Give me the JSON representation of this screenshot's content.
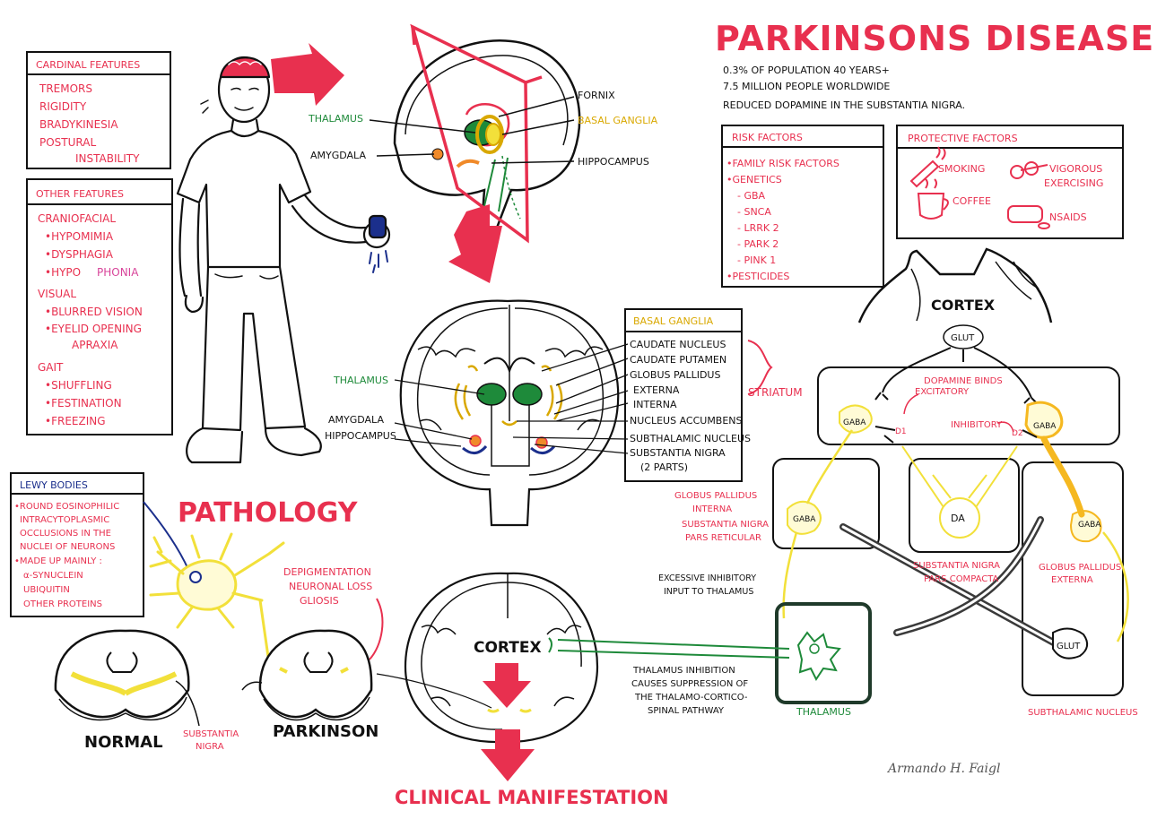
{
  "title": "PARKINSONS DISEASE",
  "intro_bullets": [
    "0.3% OF POPULATION 40 YEARS+",
    "7.5 MILLION PEOPLE WORLDWIDE",
    "REDUCED DOPAMINE IN THE SUBSTANTIA NIGRA."
  ],
  "cardinal": {
    "title": "CARDINAL FEATURES",
    "items": [
      "TREMORS",
      "RIGIDITY",
      "BRADYKINESIA",
      "POSTURAL",
      "INSTABILITY"
    ]
  },
  "other": {
    "title": "OTHER FEATURES",
    "craniofacial": "CRANIOFACIAL",
    "hypomimia": "•HYPOMIMIA",
    "dysphagia": "•DYSPHAGIA",
    "hypo": "•HYPO",
    "phonia": "PHONIA",
    "visual": "VISUAL",
    "blurred": "•BLURRED VISION",
    "eyelid": "•EYELID OPENING",
    "apraxia": "APRAXIA",
    "gait": "GAIT",
    "shuffling": "•SHUFFLING",
    "festination": "•FESTINATION",
    "freezing": "•FREEZING"
  },
  "risk": {
    "title": "RISK FACTORS",
    "items": [
      "•FAMILY RISK FACTORS",
      "•GENETICS",
      "- GBA",
      "- SNCA",
      "- LRRK 2",
      "- PARK 2",
      "- PINK 1",
      "•PESTICIDES"
    ]
  },
  "protective": {
    "title": "PROTECTIVE FACTORS",
    "smoking": "SMOKING",
    "coffee": "COFFEE",
    "exercise_1": "VIGOROUS",
    "exercise_2": "EXERCISING",
    "nsaids": "NSAIDS"
  },
  "sagittal": {
    "fornix": "FORNIX",
    "thalamus": "THALAMUS",
    "basal_ganglia": "BASAL GANGLIA",
    "amygdala": "AMYGDALA",
    "hippocampus": "HIPPOCAMPUS"
  },
  "coronal": {
    "thalamus": "THALAMUS",
    "amygdala": "AMYGDALA",
    "hippocampus": "HIPPOCAMPUS"
  },
  "bg_box": {
    "title": "BASAL GANGLIA",
    "items": [
      "CAUDATE NUCLEUS",
      "CAUDATE PUTAMEN",
      "GLOBUS PALLIDUS",
      "EXTERNA",
      "INTERNA",
      "NUCLEUS ACCUMBENS",
      "SUBTHALAMIC NUCLEUS",
      "SUBSTANTIA NIGRA",
      "(2 PARTS)"
    ],
    "striatum": "STRIATUM"
  },
  "lewy": {
    "title": "LEWY BODIES",
    "lines": [
      "•ROUND EOSINOPHILIC",
      "INTRACYTOPLASMIC",
      "OCCLUSIONS IN THE",
      "NUCLEI OF NEURONS",
      "•MADE UP MAINLY :",
      "α-SYNUCLEIN",
      "UBIQUITIN",
      "OTHER PROTEINS"
    ]
  },
  "pathology": {
    "title": "PATHOLOGY",
    "findings": [
      "DEPIGMENTATION",
      "NEURONAL LOSS",
      "GLIOSIS"
    ],
    "normal": "NORMAL",
    "parkinson": "PARKINSON",
    "substantia_1": "SUBSTANTIA",
    "substantia_2": "NIGRA"
  },
  "clinical": {
    "cortex": "CORTEX",
    "title": "CLINICAL MANIFESTATION",
    "inhibition": [
      "THALAMUS INHIBITION",
      "CAUSES SUPPRESSION OF",
      "THE THALAMO-CORTICO-",
      "SPINAL PATHWAY"
    ]
  },
  "circuit": {
    "cortex": "CORTEX",
    "glut_top": "GLUT",
    "dopamine_binds_1": "DOPAMINE BINDS",
    "dopamine_binds_2": "EXCITATORY",
    "inhibitory": "INHIBITORY",
    "d1": "D1",
    "d2": "D2",
    "gaba_left": "GABA",
    "gaba_right": "GABA",
    "gpi_labels": [
      "GLOBUS PALLIDUS",
      "INTERNA",
      "SUBSTANTIA NIGRA",
      "PARS RETICULAR"
    ],
    "gaba_gpi": "GABA",
    "da": "DA",
    "snc_1": "SUBSTANTIA NIGRA",
    "snc_2": "PARS COMPACTA",
    "gaba_gpe": "GABA",
    "gpe_1": "GLOBUS PALLIDUS",
    "gpe_2": "EXTERNA",
    "excessive_1": "EXCESSIVE INHIBITORY",
    "excessive_2": "INPUT TO THALAMUS",
    "thalamus": "THALAMUS",
    "glut_bottom": "GLUT",
    "stn": "SUBTHALAMIC NUCLEUS"
  },
  "signature": "Armando H. Faigl",
  "colors": {
    "red": "#e8304f",
    "green": "#1e8a3a",
    "gold": "#d9a800",
    "ink": "#111111",
    "yellow": "#f2e03a",
    "pink": "#d8449a",
    "navy": "#1b2f8c",
    "dark": "#3a3a3a"
  }
}
